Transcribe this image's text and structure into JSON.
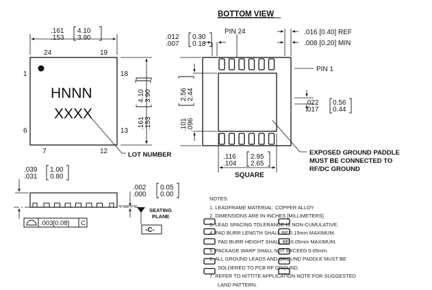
{
  "bottom_view": {
    "title": "BOTTOM VIEW",
    "pin24_label": "PIN 24",
    "pin1_label": "PIN 1",
    "pad_width_in": [
      ".012",
      ".007"
    ],
    "pad_width_mm": [
      "0.30",
      "0.18"
    ],
    "ref_dim": ".016 [0.40] REF",
    "min_dim": ".008 [0.20] MIN",
    "paddle_in": [
      ".101",
      ".096"
    ],
    "paddle_mm": [
      "2.56",
      "2.44"
    ],
    "pitch_in": [
      ".022",
      ".017"
    ],
    "pitch_mm": [
      "0.56",
      "0.44"
    ],
    "width_in": [
      ".116",
      ".104"
    ],
    "width_mm": [
      "2.95",
      "2.65"
    ],
    "square_label": "SQUARE",
    "paddle_note": [
      "EXPOSED GROUND PADDLE",
      "MUST BE CONNECTED TO",
      "RF/DC GROUND"
    ]
  },
  "top_view": {
    "body_in": [
      ".161",
      ".153"
    ],
    "body_mm": [
      "4.10",
      "3.90"
    ],
    "marking_line1": "HNNN",
    "marking_line2": "XXXX",
    "pin_24": "24",
    "pin_19": "19",
    "pin_1": "1",
    "pin_18": "18",
    "pin_6": "6",
    "pin_13": "13",
    "pin_7": "7",
    "pin_12": "12",
    "lot_number": "LOT NUMBER"
  },
  "side_view": {
    "height_in": [
      ".039",
      ".031"
    ],
    "height_mm": [
      "1.00",
      "0.80"
    ],
    "standoff_in": [
      ".002",
      ".000"
    ],
    "standoff_mm": [
      "0.05",
      "0.00"
    ],
    "seating_plane": [
      "SEATING",
      "PLANE"
    ],
    "datum": "-C-",
    "flatness": ".003[0.08]",
    "flatness_datum": "C"
  },
  "notes": {
    "header": "NOTES:",
    "items": [
      "1.  LEADFRAME MATERIAL: COPPER ALLOY",
      "2.  DIMENSIONS ARE IN INCHES [MILLIMETERS]",
      "3.  LEAD SPACING TOLERANCE IS NON-CUMULATIVE.",
      "4.  PAD BURR LENGTH SHALL BE 0.15mm MAXIMUM.",
      "PAD BURR HEIGHT SHALL BE 0.05mm MAXIMUM.",
      "5.  PACKAGE WARP SHALL NOT EXCEED 0.05mm.",
      "6.  ALL GROUND LEADS AND GROUND PADDLE MUST BE",
      "SOLDERED TO PCB RF GROUND.",
      "7.  REFER TO HITTITE APPLICATION NOTE FOR SUGGESTED",
      "LAND PATTERN."
    ]
  }
}
